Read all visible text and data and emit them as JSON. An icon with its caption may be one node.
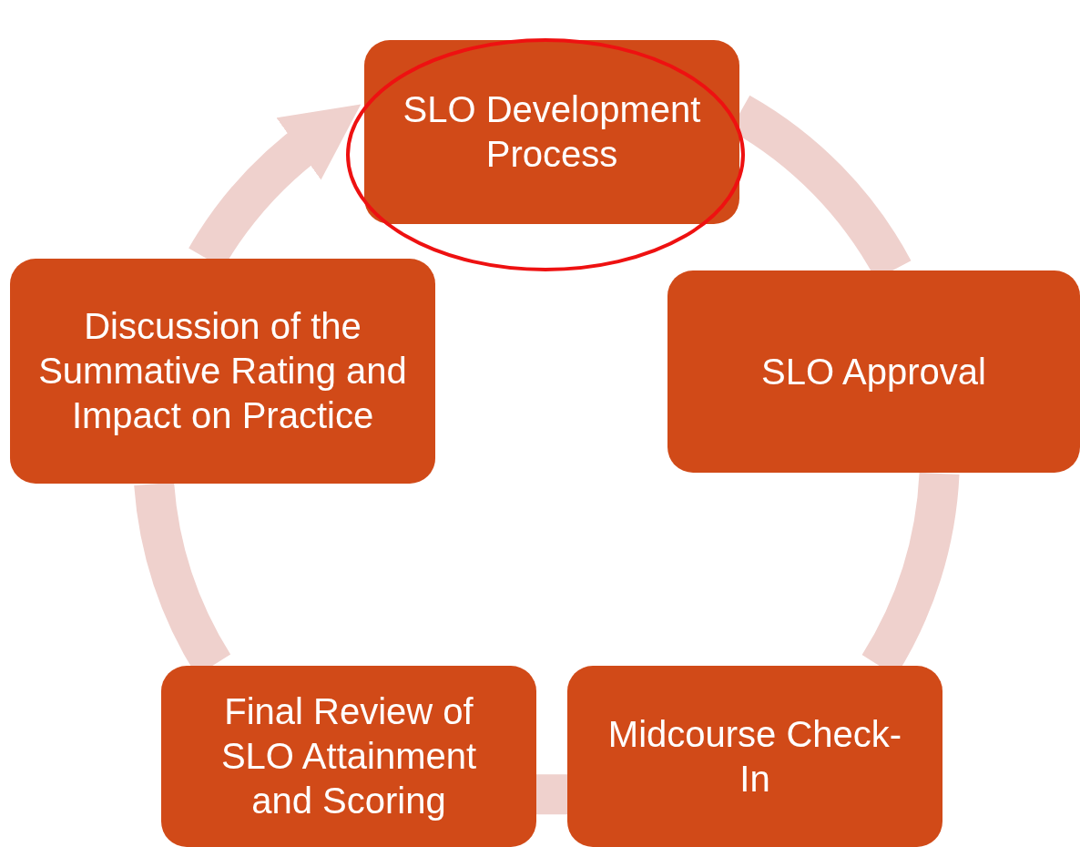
{
  "diagram": {
    "nodes": [
      {
        "text": [
          "SLO Development Process"
        ]
      },
      {
        "text": [
          "SLO Approval"
        ]
      },
      {
        "text": [
          "Midcourse Check-In"
        ]
      },
      {
        "text": [
          "Final Review of SLO Attainment and Scoring"
        ]
      },
      {
        "text": [
          "Discussion of the Summative Rating and Impact on Practice"
        ]
      }
    ],
    "edges": [
      {
        "from": 0,
        "to": 1,
        "arrow": "none"
      },
      {
        "from": 1,
        "to": 2,
        "arrow": "none"
      },
      {
        "from": 2,
        "to": 3,
        "arrow": "none"
      },
      {
        "from": 3,
        "to": 4,
        "arrow": "none"
      },
      {
        "from": 4,
        "to": 0,
        "arrow": "to"
      }
    ]
  }
}
